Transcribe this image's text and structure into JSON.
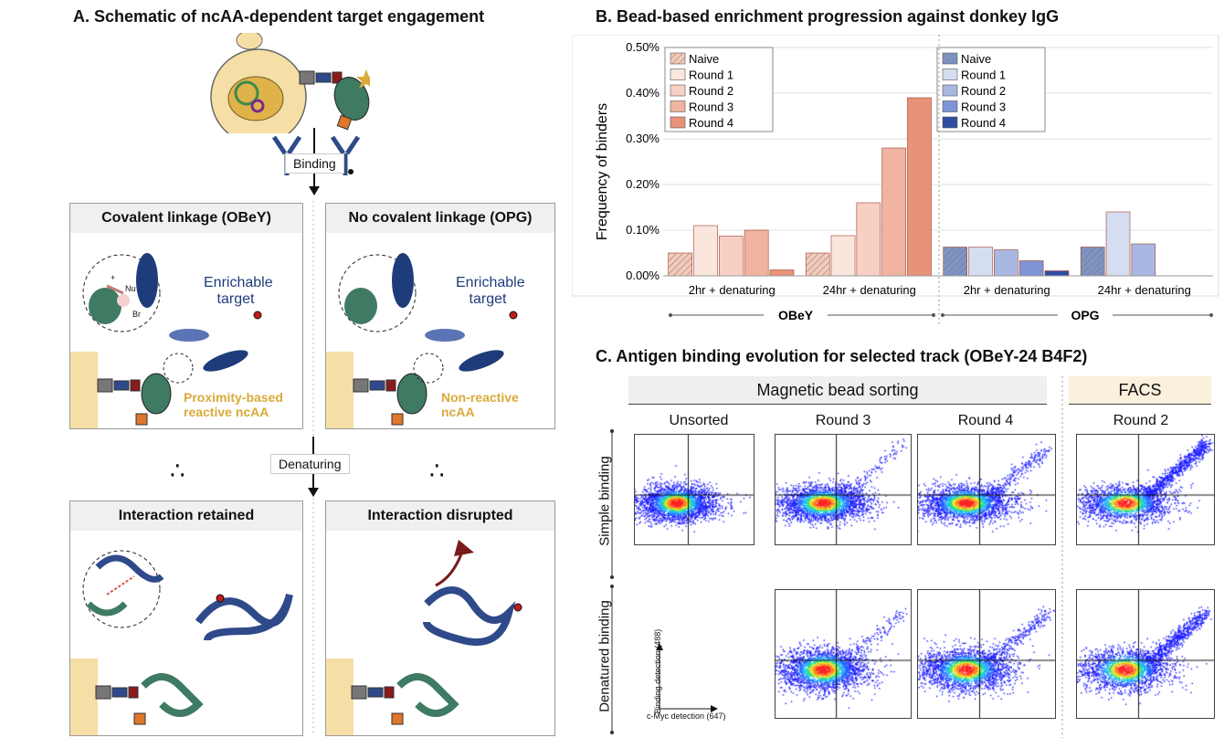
{
  "panel_a": {
    "title": "A. Schematic of ncAA-dependent target engagement",
    "binding_label": "Binding",
    "denaturing_label": "Denaturing",
    "boxes": {
      "covalent": {
        "title": "Covalent linkage (OBeY)",
        "target_label": "Enrichable target",
        "ncaa_label": "Proximity-based reactive ncAA",
        "nu_label": "Nu",
        "br_label": "Br",
        "plus_label": "+"
      },
      "noncovalent": {
        "title": "No covalent linkage (OPG)",
        "target_label": "Enrichable target",
        "ncaa_label": "Non-reactive ncAA"
      },
      "retained": {
        "title": "Interaction retained"
      },
      "disrupted": {
        "title": "Interaction disrupted"
      }
    },
    "colors": {
      "yeast": "#f6dfa6",
      "green": "#3f7a63",
      "navy": "#1f3c7a",
      "gold": "#d9aa3a",
      "dark_red": "#8b1a1a"
    }
  },
  "panel_b": {
    "title": "B. Bead-based enrichment progression against donkey IgG",
    "group_labels": [
      "OBeY",
      "OPG"
    ]
  },
  "chart_data": {
    "type": "bar",
    "ylabel": "Frequency of binders",
    "ylim": [
      0,
      0.5
    ],
    "yticks": [
      "0.00%",
      "0.10%",
      "0.20%",
      "0.30%",
      "0.40%",
      "0.50%"
    ],
    "categories": [
      "2hr + denaturing",
      "24hr + denaturing",
      "2hr + denaturing",
      "24hr + denaturing"
    ],
    "series": [
      {
        "name": "Naive",
        "values": [
          0.05,
          0.05,
          0.063,
          0.063
        ],
        "colors": [
          "#f5c9b8",
          "#f5c9b8",
          "#7e94c4",
          "#7e94c4"
        ],
        "hatched": true
      },
      {
        "name": "Round 1",
        "values": [
          0.11,
          0.088,
          0.063,
          0.14
        ],
        "colors": [
          "#fbe6de",
          "#fbe6de",
          "#d5ddf0",
          "#d5ddf0"
        ]
      },
      {
        "name": "Round 2",
        "values": [
          0.087,
          0.16,
          0.057,
          0.07
        ],
        "colors": [
          "#f6d0c3",
          "#f6d0c3",
          "#a8b8e2",
          "#a8b8e2"
        ]
      },
      {
        "name": "Round 3",
        "values": [
          0.1,
          0.28,
          0.033,
          null
        ],
        "colors": [
          "#f0b4a0",
          "#f0b4a0",
          "#7e94d6",
          "#7e94d6"
        ]
      },
      {
        "name": "Round 4",
        "values": [
          0.013,
          0.39,
          0.011,
          null
        ],
        "colors": [
          "#e8927a",
          "#e8927a",
          "#2f4ea2",
          "#2f4ea2"
        ]
      }
    ],
    "legend_obey_colors": [
      "#f5c9b8",
      "#fbe6de",
      "#f6d0c3",
      "#f0b4a0",
      "#e8927a"
    ],
    "legend_opg_colors": [
      "#7e94c4",
      "#d5ddf0",
      "#a8b8e2",
      "#7e94d6",
      "#2f4ea2"
    ]
  },
  "panel_c": {
    "title": "C. Antigen binding evolution for selected track (OBeY-24 B4F2)",
    "magnetic_label": "Magnetic bead sorting",
    "facs_label": "FACS",
    "columns": [
      "Unsorted",
      "Round 3",
      "Round 4",
      "Round 2"
    ],
    "rows": [
      "Simple binding",
      "Denatured binding"
    ],
    "x_axis_label": "c-Myc detection (647)",
    "y_axis_label": "Binding detection (488)"
  }
}
